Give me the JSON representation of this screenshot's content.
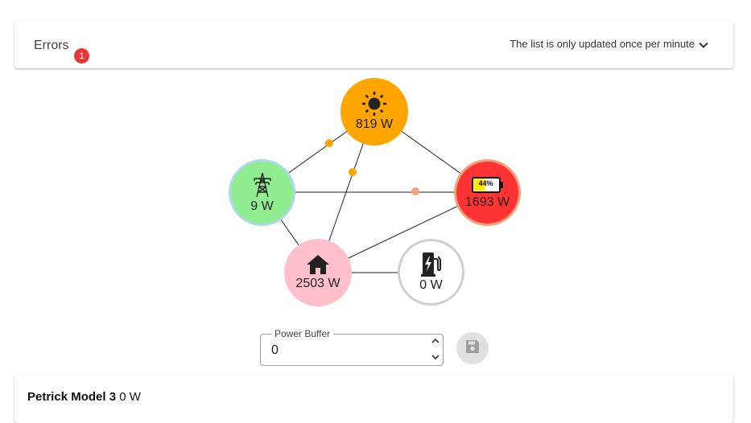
{
  "errors": {
    "label": "Errors",
    "badge_count": "1",
    "info": "The list is only updated once per minute",
    "badge_color": "#e53935"
  },
  "energy_flow": {
    "nodes": {
      "solar": {
        "value": "819 W",
        "icon": "sun-icon",
        "color": "#ffa500"
      },
      "grid": {
        "value": "9 W",
        "icon": "transmission-tower-icon",
        "color": "#90ee90",
        "ring_color": "#add8e6"
      },
      "battery": {
        "value": "1693 W",
        "icon": "battery-icon",
        "soc": "44%",
        "color": "#ff3333",
        "ring_color": "#f4a07a"
      },
      "house": {
        "value": "2503 W",
        "icon": "home-icon",
        "color": "#ffc0cb"
      },
      "charger": {
        "value": "0 W",
        "icon": "ev-charger-icon",
        "color": "#ffffff",
        "ring_color": "#cfcfcf"
      }
    },
    "connections": [
      {
        "from": "solar",
        "to": "grid"
      },
      {
        "from": "solar",
        "to": "battery"
      },
      {
        "from": "solar",
        "to": "house"
      },
      {
        "from": "grid",
        "to": "battery"
      },
      {
        "from": "grid",
        "to": "house"
      },
      {
        "from": "battery",
        "to": "house"
      },
      {
        "from": "house",
        "to": "charger"
      }
    ]
  },
  "power_buffer": {
    "label": "Power Buffer",
    "value": "0"
  },
  "bottom_card": {
    "title": "Petrick Model 3",
    "value": "0 W"
  }
}
